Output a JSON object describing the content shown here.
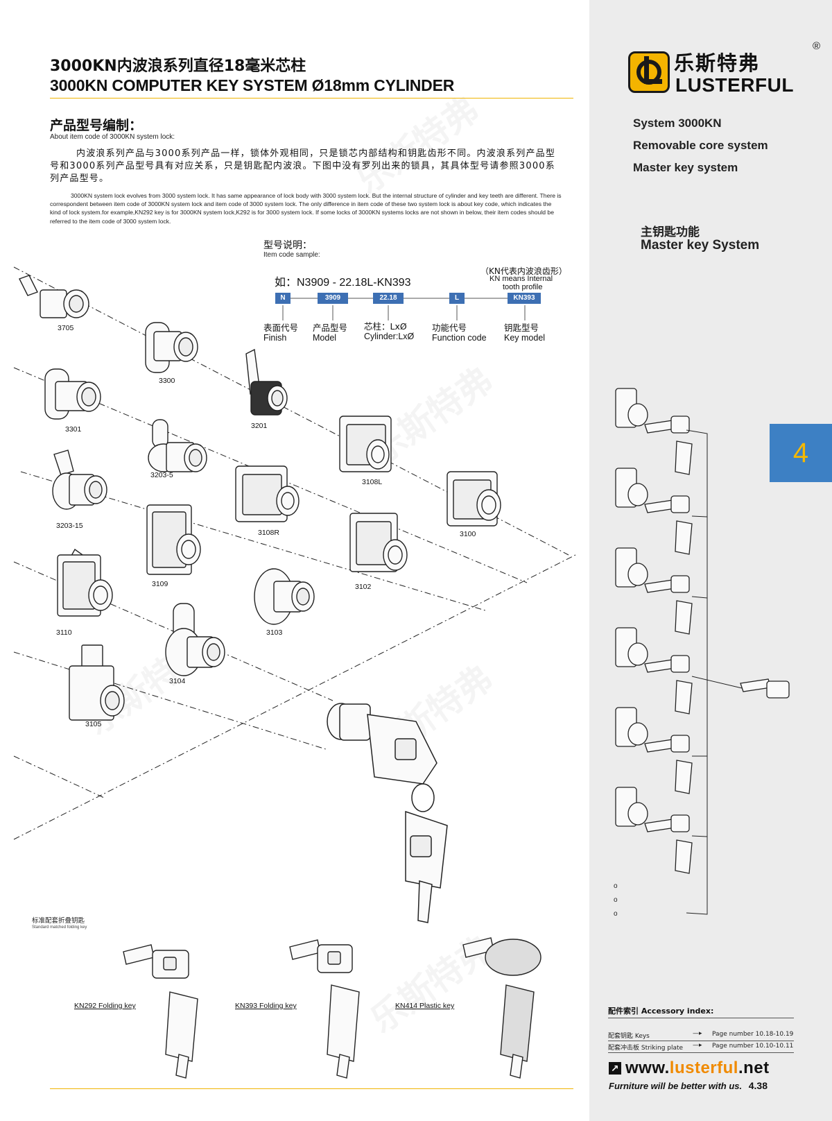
{
  "header": {
    "title_cn": "3000KN内波浪系列直径18毫米芯柱",
    "title_en": "3000KN COMPUTER KEY SYSTEM Ø18mm CYLINDER"
  },
  "intro": {
    "heading_cn": "产品型号编制：",
    "heading_en": "About item code of 3000KN system lock:",
    "paragraph_cn": "内波浪系列产品与3000系列产品一样，锁体外观相同，只是锁芯内部结构和钥匙齿形不同。内波浪系列产品型号和3000系列产品型号具有对应关系，只是钥匙配内波浪。下图中没有罗列出来的锁具，其具体型号请参照3000系列产品型号。",
    "paragraph_en": "3000KN system lock evolves from 3000 system lock. It has same appearance of lock body with 3000 system lock. But the internal structure of cylinder and key teeth are different. There is correspondent between item code of 3000KN system lock and item code of 3000 system lock. The only difference in item code of these two system lock is about key code, which indicates the kind of lock system.for example,KN292 key is for 3000KN system lock,K292 is for 3000 system lock. If some locks of 3000KN systems  locks are not shown in below, their item codes should be referred to the item code of 3000 system lock."
  },
  "item_code": {
    "heading_cn": "型号说明：",
    "heading_en": "Item code sample:",
    "example": "如：N3909 - 22.18L-KN393",
    "kn_note_cn": "（KN代表内波浪齿形）",
    "kn_note_en1": "KN means Internal",
    "kn_note_en2": "tooth profile",
    "parts": [
      {
        "code": "N",
        "cap_cn": "表面代号",
        "cap_en": "Finish"
      },
      {
        "code": "3909",
        "cap_cn": "产品型号",
        "cap_en": "Model"
      },
      {
        "code": "22.18",
        "cap_cn": "芯柱：LxØ",
        "cap_en": "Cylinder:LxØ"
      },
      {
        "code": "L",
        "cap_cn": "功能代号",
        "cap_en": "Function code"
      },
      {
        "code": "KN393",
        "cap_cn": "钥匙型号",
        "cap_en": "Key model"
      }
    ]
  },
  "products": [
    {
      "label": "3705"
    },
    {
      "label": "3300"
    },
    {
      "label": "3301"
    },
    {
      "label": "3201"
    },
    {
      "label": "3203-5"
    },
    {
      "label": "3108L"
    },
    {
      "label": "3203-15"
    },
    {
      "label": "3108R"
    },
    {
      "label": "3100"
    },
    {
      "label": "3109"
    },
    {
      "label": "3102"
    },
    {
      "label": "3110"
    },
    {
      "label": "3103"
    },
    {
      "label": "3104"
    },
    {
      "label": "3105"
    }
  ],
  "folding_keys": {
    "heading_cn": "标准配套折叠钥匙",
    "heading_en": "Standard  matched folding key",
    "items": [
      {
        "label": "KN292   Folding key"
      },
      {
        "label": "KN393   Folding key"
      },
      {
        "label": "KN414  Plastic key"
      }
    ]
  },
  "brand": {
    "name_cn": "乐斯特弗",
    "name_en": "LUSTERFUL",
    "reg": "®",
    "logo_icon": "lusterful-logo-icon"
  },
  "sidebar": {
    "system_lines": [
      "System 3000KN",
      "Removable core system",
      "Master key system"
    ],
    "master_cn": "主钥匙功能",
    "master_en": "Master  key System",
    "chapter": "4",
    "dots": [
      "o",
      "o",
      "o"
    ]
  },
  "accessory": {
    "title": "配件索引 Accessory index:",
    "rows": [
      {
        "label": "配套钥匙 Keys",
        "arrow": "—▸",
        "page": "Page number 10.18-10.19"
      },
      {
        "label": "配套冲击板 Striking plate",
        "arrow": "—▸",
        "page": "Page number 10.10-10.11"
      }
    ]
  },
  "footer": {
    "web_prefix": "www.",
    "web_brand": "lusterful",
    "web_suffix": ".net",
    "web_icon": "arrow-icon",
    "tagline": "Furniture will be better with us.",
    "page_number": "4.38"
  },
  "watermark": {
    "text": "乐斯特弗"
  },
  "colors": {
    "accent_blue": "#3d80c4",
    "code_blue": "#3d6fb3",
    "brand_yellow": "#f4b400",
    "rule_gold": "#f0b400",
    "web_orange": "#f08a00",
    "sidebar_bg": "#ececec"
  }
}
